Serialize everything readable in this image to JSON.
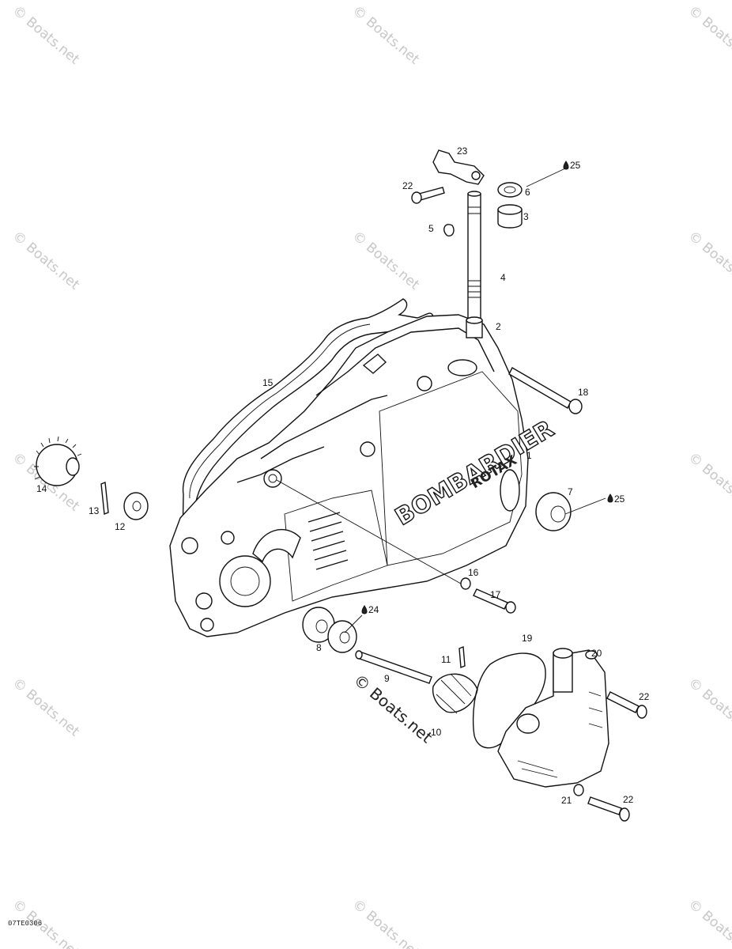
{
  "brand": {
    "line1": "BOMBARDIER",
    "line2": "ROTAX"
  },
  "watermark": "© Boats.net",
  "reference_code": "07TE0306",
  "callouts": [
    {
      "id": "c1",
      "text": "1"
    },
    {
      "id": "c2",
      "text": "2"
    },
    {
      "id": "c3",
      "text": "3"
    },
    {
      "id": "c4",
      "text": "4"
    },
    {
      "id": "c5",
      "text": "5"
    },
    {
      "id": "c6",
      "text": "6"
    },
    {
      "id": "c7",
      "text": "7"
    },
    {
      "id": "c8",
      "text": "8"
    },
    {
      "id": "c9",
      "text": "9"
    },
    {
      "id": "c10",
      "text": "10"
    },
    {
      "id": "c11",
      "text": "11"
    },
    {
      "id": "c12",
      "text": "12"
    },
    {
      "id": "c13",
      "text": "13"
    },
    {
      "id": "c14",
      "text": "14"
    },
    {
      "id": "c15",
      "text": "15"
    },
    {
      "id": "c16",
      "text": "16"
    },
    {
      "id": "c17",
      "text": "17"
    },
    {
      "id": "c18",
      "text": "18"
    },
    {
      "id": "c19",
      "text": "19"
    },
    {
      "id": "c20",
      "text": "20"
    },
    {
      "id": "c21",
      "text": "21"
    },
    {
      "id": "c22a",
      "text": "22"
    },
    {
      "id": "c22b",
      "text": "22"
    },
    {
      "id": "c22c",
      "text": "22"
    },
    {
      "id": "c23",
      "text": "23"
    },
    {
      "id": "c24",
      "text": "24"
    },
    {
      "id": "c25a",
      "text": "25"
    },
    {
      "id": "c25b",
      "text": "25"
    }
  ]
}
